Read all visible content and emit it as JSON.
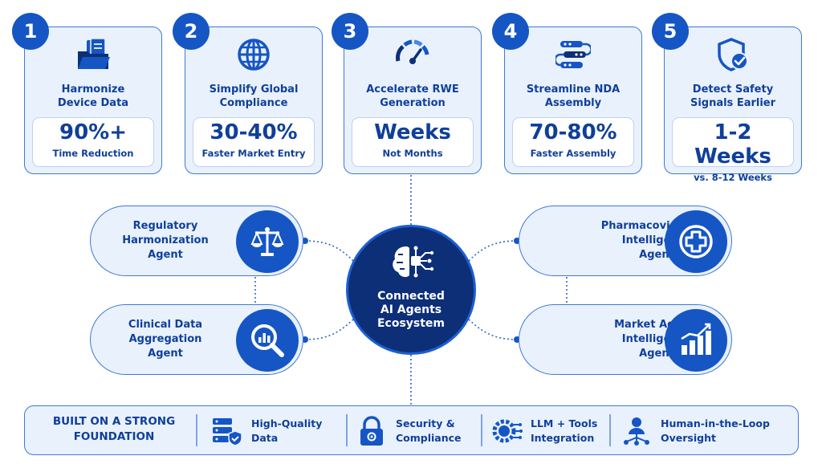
{
  "top_cards": [
    {
      "number": "1",
      "title_1": "Harmonize",
      "title_2": "Device Data",
      "metric": "90%+",
      "caption": "Time Reduction",
      "icon": "folder-documents-icon"
    },
    {
      "number": "2",
      "title_1": "Simplify Global",
      "title_2": "Compliance",
      "metric": "30-40%",
      "caption": "Faster Market Entry",
      "icon": "globe-icon"
    },
    {
      "number": "3",
      "title_1": "Accelerate RWE",
      "title_2": "Generation",
      "metric": "Weeks",
      "caption": "Not Months",
      "icon": "speedometer-icon"
    },
    {
      "number": "4",
      "title_1": "Streamline NDA",
      "title_2": "Assembly",
      "metric": "70-80%",
      "caption": "Faster Assembly",
      "icon": "pipeline-flow-icon"
    },
    {
      "number": "5",
      "title_1": "Detect Safety",
      "title_2": "Signals Earlier",
      "metric": "1-2 Weeks",
      "caption": "vs. 8-12 Weeks",
      "icon": "shield-check-icon"
    }
  ],
  "agents": {
    "regulatory": {
      "line_1": "Regulatory",
      "line_2": "Harmonization",
      "line_3": "Agent",
      "icon": "scales-icon"
    },
    "clinical": {
      "line_1": "Clinical Data",
      "line_2": "Aggregation",
      "line_3": "Agent",
      "icon": "magnifier-chart-icon"
    },
    "pharmacovigilance": {
      "line_1": "Pharmacovigilance",
      "line_2": "Intelligence",
      "line_3": "Agent",
      "icon": "medical-cross-icon"
    },
    "market_access": {
      "line_1": "Market Access",
      "line_2": "Intelligence",
      "line_3": "Agent",
      "icon": "bar-chart-growth-icon"
    }
  },
  "hub": {
    "line_1": "Connected",
    "line_2": "AI Agents",
    "line_3": "Ecosystem",
    "icon": "ai-brain-circuit-icon"
  },
  "foundation": {
    "title_1": "BUILT ON A STRONG",
    "title_2": "FOUNDATION",
    "items": [
      {
        "line_1": "High-Quality",
        "line_2": "Data",
        "icon": "database-shield-icon"
      },
      {
        "line_1": "Security &",
        "line_2": "Compliance",
        "icon": "padlock-icon"
      },
      {
        "line_1": "LLM + Tools",
        "line_2": "Integration",
        "icon": "ai-gear-icon"
      },
      {
        "line_1": "Human-in-the-Loop",
        "line_2": "Oversight",
        "icon": "person-network-icon"
      }
    ]
  },
  "colors": {
    "primary": "#1556c4",
    "dark": "#0c2f78",
    "card_bg": "#e9f1fd",
    "border": "#3f78d6"
  }
}
